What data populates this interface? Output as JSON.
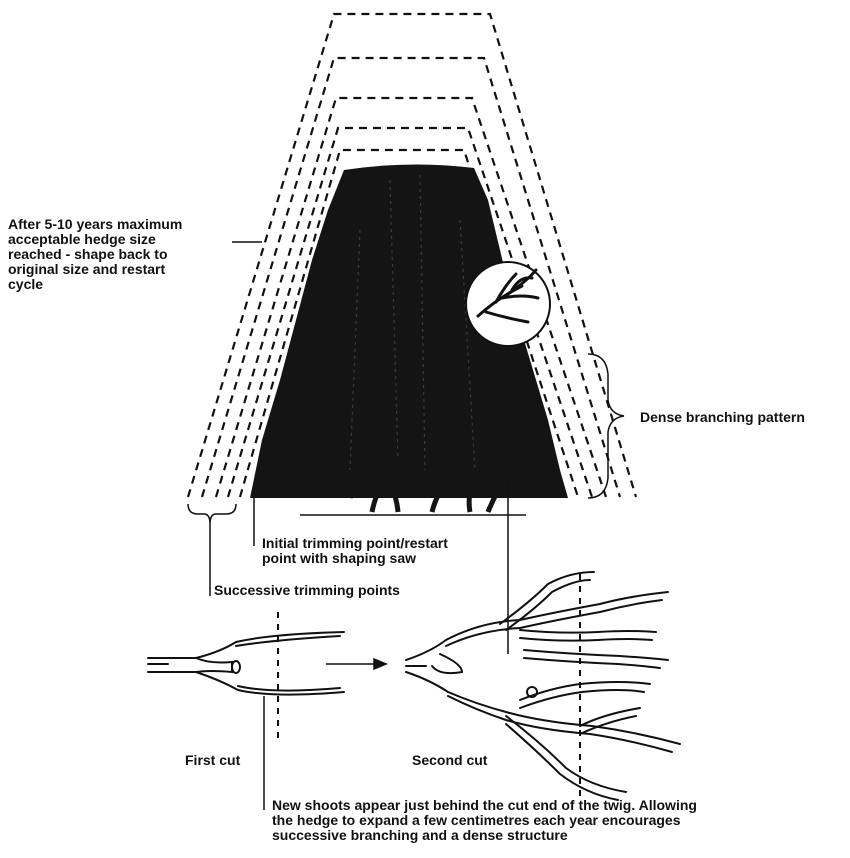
{
  "labels": {
    "after_cycle": "After 5-10 years maximum\nacceptable hedge size\nreached - shape back to\noriginal size and restart\ncycle",
    "dense_branching": "Dense branching pattern",
    "initial_trimming": "Initial trimming point/restart\npoint with shaping saw",
    "successive_trimming": "Successive trimming points",
    "first_cut": "First cut",
    "second_cut": "Second cut",
    "new_shoots_note": "New shoots appear just behind the cut end of the twig.  Allowing\nthe hedge to expand a few centimetres each year encourages\nsuccessive branching and a dense structure"
  },
  "colors": {
    "ink": "#111111",
    "foliage": "#141414",
    "paper": "#ffffff"
  }
}
